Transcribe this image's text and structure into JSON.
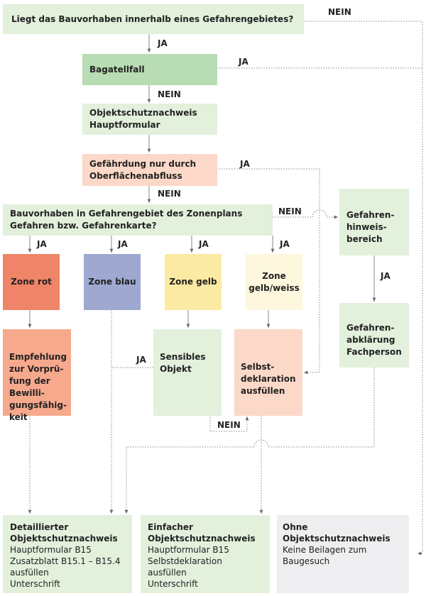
{
  "nodes": {
    "q1": "Liegt das Bauvorhaben innerhalb eines Gefahrengebietes?",
    "bagatell": "Bagatellfall",
    "objekt_hauptformular": "Objektschutznachweis\nHauptformular",
    "gefaehrdung": "Gefährdung nur durch\nOberflächenabfluss",
    "q_zonen": "Bauvorhaben in Gefahrengebiet des Zonenplans\nGefahren bzw. Gefahrenkarte?",
    "gefahrenhinweis": "Gefahren-\nhinweis-\nbereich",
    "zone_rot": "Zone rot",
    "zone_blau": "Zone blau",
    "zone_gelb": "Zone gelb",
    "zone_gelbweiss": "Zone\ngelb/weiss",
    "empfehlung": "Empfehlung\nzur Vorprü-\nfung der\nBewilli-\ngungsfähig-\nkeit",
    "sensibles": "Sensibles\nObjekt",
    "selbstdeklaration": "Selbst-\ndeklaration\nausfüllen",
    "abklaerung": "Gefahren-\nabklärung\nFachperson"
  },
  "outcomes": {
    "detailliert_title": "Detaillierter\nObjektschutznachweis",
    "detailliert_body": "Hauptformular B15\nZusatzblatt B15.1 – B15.4\nausfüllen\nUnterschrift",
    "einfach_title": "Einfacher\nObjektschutznachweis",
    "einfach_body": "Hauptformular B15\nSelbstdeklaration ausfüllen\nUnterschrift",
    "ohne_title": "Ohne Objektschutznachweis",
    "ohne_body": "Keine Beilagen zum\nBaugesuch"
  },
  "labels": {
    "ja": "JA",
    "nein": "NEIN"
  },
  "colors": {
    "light_green": "#e3f0dc",
    "green": "#b8dcb3",
    "peach": "#fbd8c7",
    "zone_red": "#ef8468",
    "zone_blue": "#9ea8d1",
    "zone_yellow": "#fbeaa3",
    "zone_yellow_white": "#fdf7dd",
    "salmon": "#f6a98c",
    "outcome_green": "#e3f0dc",
    "outcome_grey": "#eeeef0",
    "line": "#888888"
  }
}
